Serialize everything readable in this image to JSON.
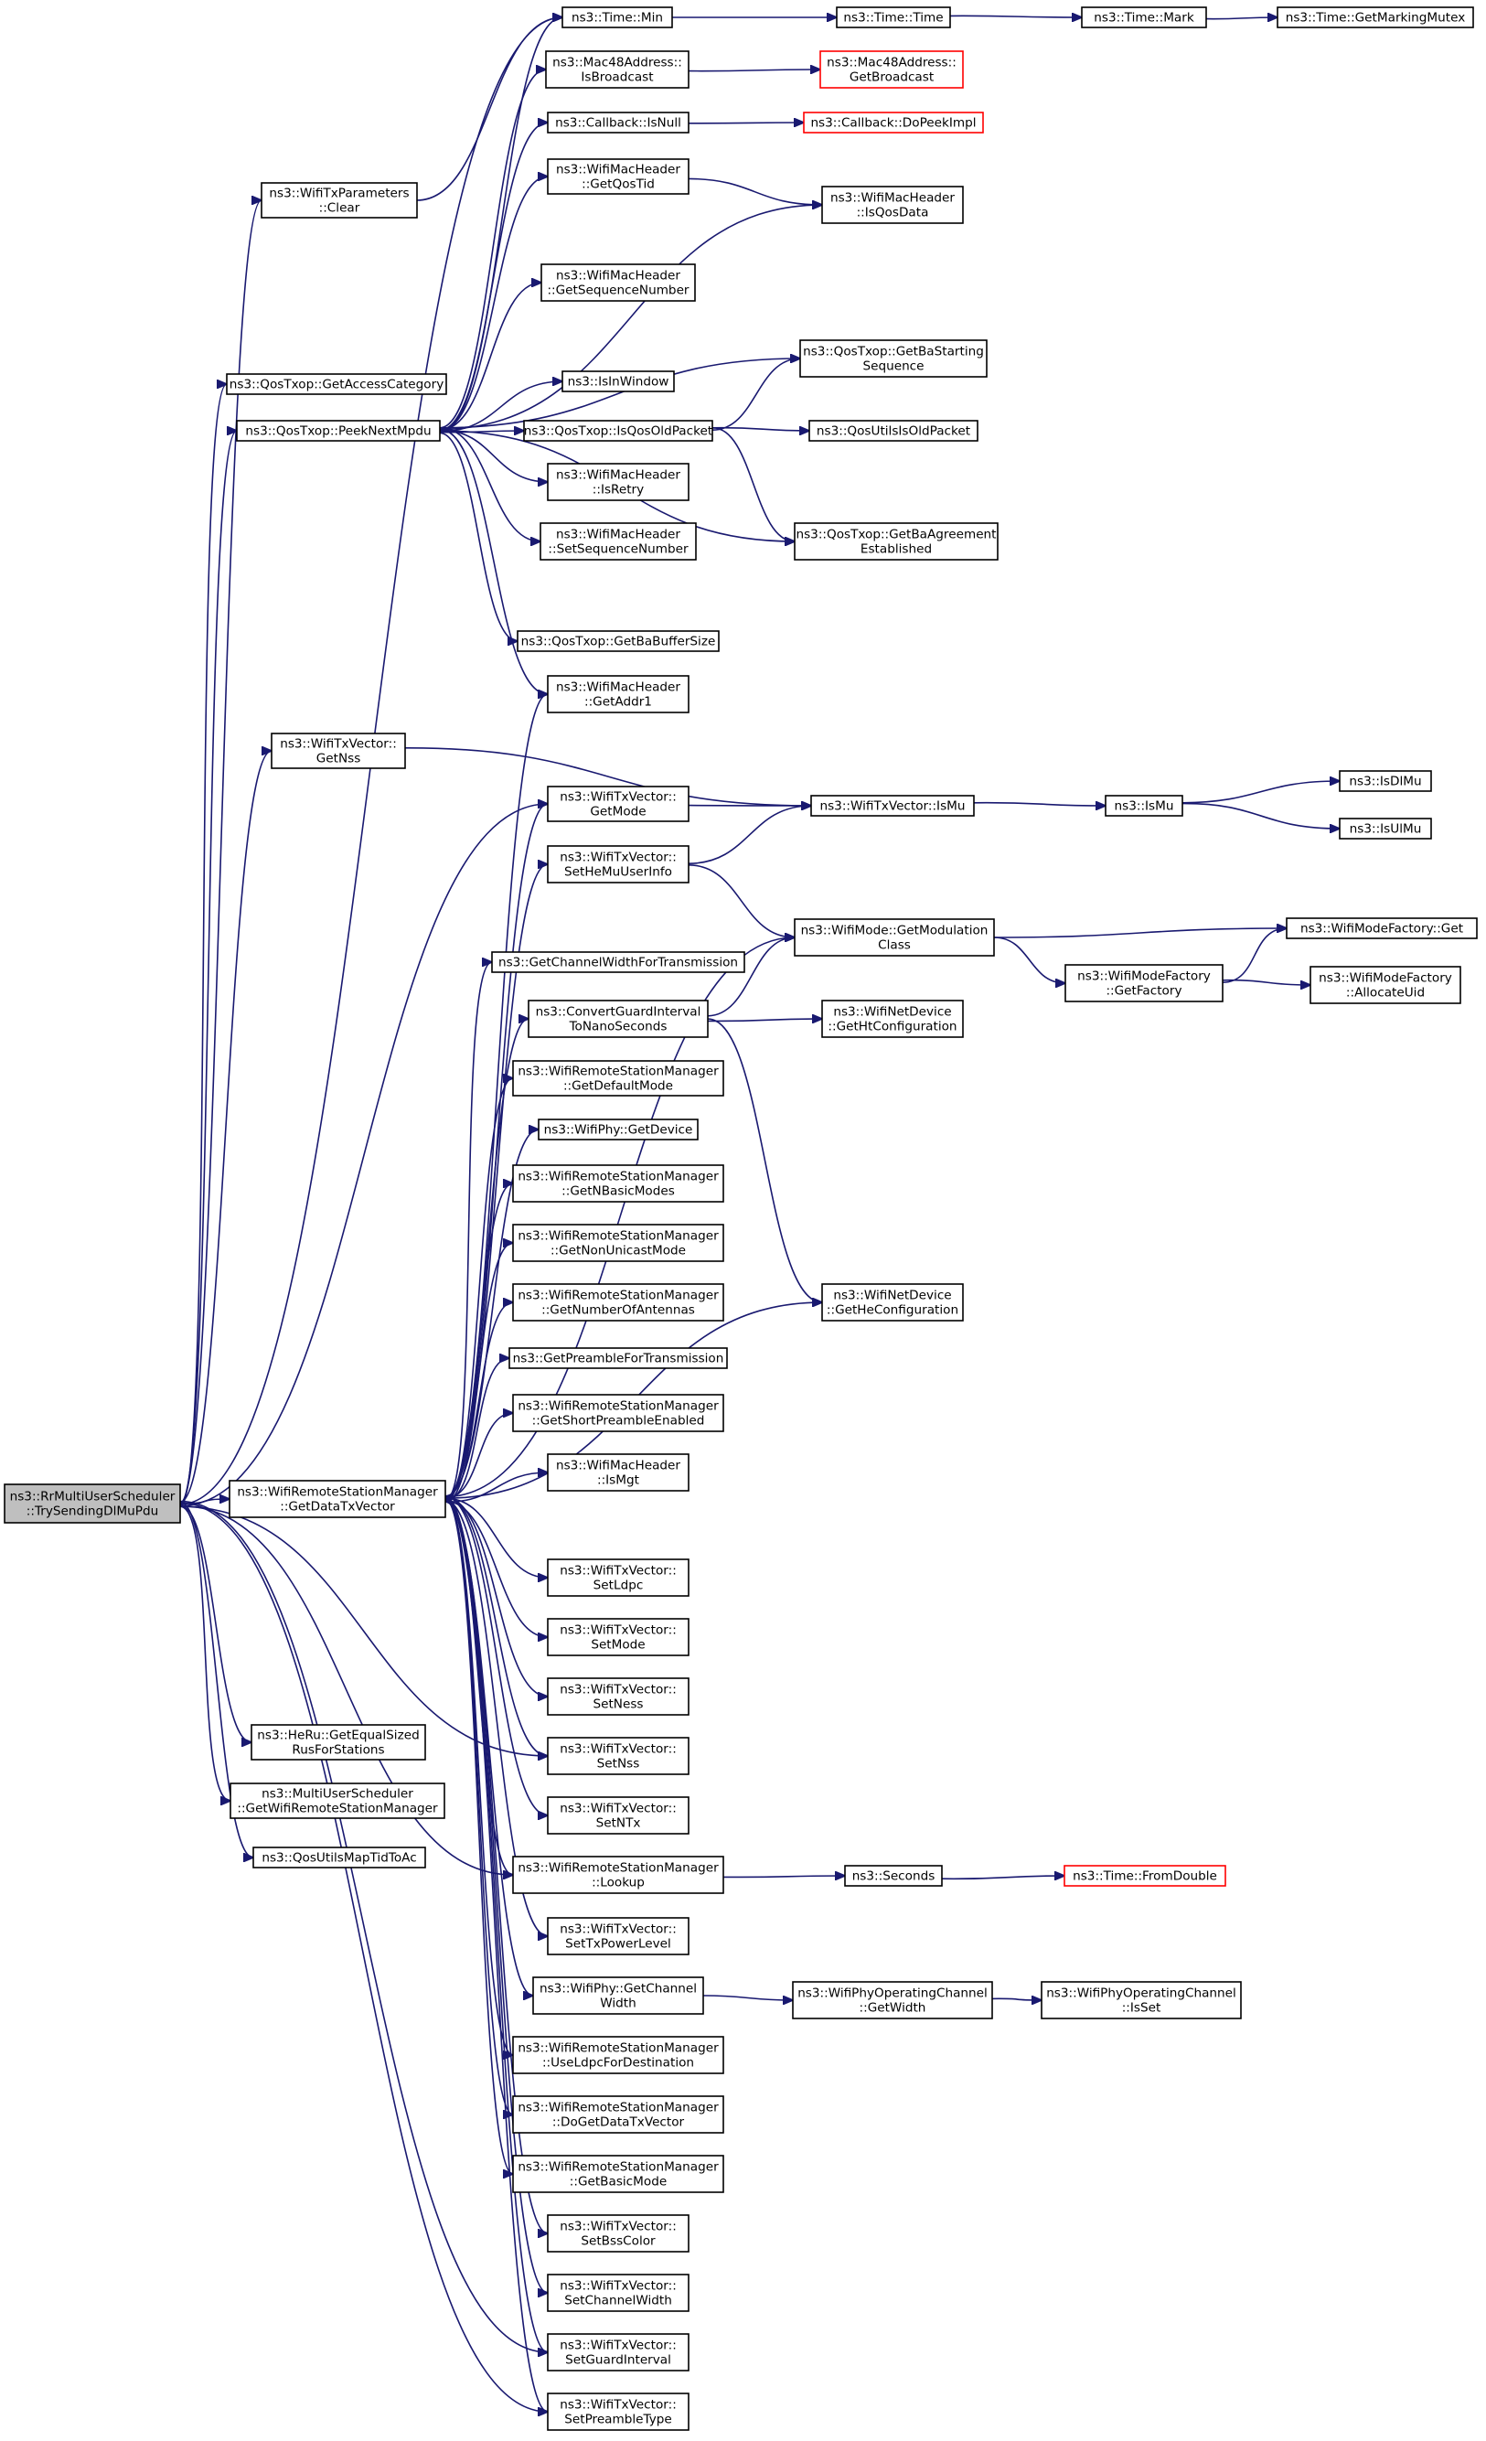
{
  "graph": {
    "root": "rr_try",
    "nodes": [
      {
        "id": "rr_try",
        "lines": [
          "ns3::RrMultiUserScheduler",
          "::TrySendingDlMuPdu"
        ],
        "kind": "root"
      },
      {
        "id": "txparams_clear",
        "lines": [
          "ns3::WifiTxParameters",
          "::Clear"
        ]
      },
      {
        "id": "get_access_cat",
        "lines": [
          "ns3::QosTxop::GetAccessCategory"
        ]
      },
      {
        "id": "peek_next",
        "lines": [
          "ns3::QosTxop::PeekNextMpdu"
        ]
      },
      {
        "id": "txv_getnss",
        "lines": [
          "ns3::WifiTxVector::",
          "GetNss"
        ]
      },
      {
        "id": "get_data_txv",
        "lines": [
          "ns3::WifiRemoteStationManager",
          "::GetDataTxVector"
        ]
      },
      {
        "id": "equal_sized",
        "lines": [
          "ns3::HeRu::GetEqualSized",
          "RusForStations"
        ]
      },
      {
        "id": "mus_get_wrsm",
        "lines": [
          "ns3::MultiUserScheduler",
          "::GetWifiRemoteStationManager"
        ]
      },
      {
        "id": "map_tid",
        "lines": [
          "ns3::QosUtilsMapTidToAc"
        ]
      },
      {
        "id": "time_min",
        "lines": [
          "ns3::Time::Min"
        ]
      },
      {
        "id": "mac_isbcast",
        "lines": [
          "ns3::Mac48Address::",
          "IsBroadcast"
        ]
      },
      {
        "id": "cb_isnull",
        "lines": [
          "ns3::Callback::IsNull"
        ]
      },
      {
        "id": "hdr_getqostid",
        "lines": [
          "ns3::WifiMacHeader",
          "::GetQosTid"
        ]
      },
      {
        "id": "hdr_getseq",
        "lines": [
          "ns3::WifiMacHeader",
          "::GetSequenceNumber"
        ]
      },
      {
        "id": "isinwindow",
        "lines": [
          "ns3::IsInWindow"
        ]
      },
      {
        "id": "isqosold",
        "lines": [
          "ns3::QosTxop::IsQosOldPacket"
        ]
      },
      {
        "id": "hdr_isretry",
        "lines": [
          "ns3::WifiMacHeader",
          "::IsRetry"
        ]
      },
      {
        "id": "hdr_setseq",
        "lines": [
          "ns3::WifiMacHeader",
          "::SetSequenceNumber"
        ]
      },
      {
        "id": "ba_bufsize",
        "lines": [
          "ns3::QosTxop::GetBaBufferSize"
        ]
      },
      {
        "id": "hdr_getaddr1",
        "lines": [
          "ns3::WifiMacHeader",
          "::GetAddr1"
        ]
      },
      {
        "id": "txv_getmode",
        "lines": [
          "ns3::WifiTxVector::",
          "GetMode"
        ]
      },
      {
        "id": "txv_sethemu",
        "lines": [
          "ns3::WifiTxVector::",
          "SetHeMuUserInfo"
        ]
      },
      {
        "id": "chwidth_tx",
        "lines": [
          "ns3::GetChannelWidthForTransmission"
        ]
      },
      {
        "id": "convert_gi",
        "lines": [
          "ns3::ConvertGuardInterval",
          "ToNanoSeconds"
        ]
      },
      {
        "id": "rsm_defmode",
        "lines": [
          "ns3::WifiRemoteStationManager",
          "::GetDefaultMode"
        ]
      },
      {
        "id": "phy_getdev",
        "lines": [
          "ns3::WifiPhy::GetDevice"
        ]
      },
      {
        "id": "rsm_nbasic",
        "lines": [
          "ns3::WifiRemoteStationManager",
          "::GetNBasicModes"
        ]
      },
      {
        "id": "rsm_nonuni",
        "lines": [
          "ns3::WifiRemoteStationManager",
          "::GetNonUnicastMode"
        ]
      },
      {
        "id": "rsm_nant",
        "lines": [
          "ns3::WifiRemoteStationManager",
          "::GetNumberOfAntennas"
        ]
      },
      {
        "id": "preamble_tx",
        "lines": [
          "ns3::GetPreambleForTransmission"
        ]
      },
      {
        "id": "rsm_shortpre",
        "lines": [
          "ns3::WifiRemoteStationManager",
          "::GetShortPreambleEnabled"
        ]
      },
      {
        "id": "hdr_ismgt",
        "lines": [
          "ns3::WifiMacHeader",
          "::IsMgt"
        ]
      },
      {
        "id": "txv_setldpc",
        "lines": [
          "ns3::WifiTxVector::",
          "SetLdpc"
        ]
      },
      {
        "id": "txv_setmode",
        "lines": [
          "ns3::WifiTxVector::",
          "SetMode"
        ]
      },
      {
        "id": "txv_setness",
        "lines": [
          "ns3::WifiTxVector::",
          "SetNess"
        ]
      },
      {
        "id": "txv_setnss",
        "lines": [
          "ns3::WifiTxVector::",
          "SetNss"
        ]
      },
      {
        "id": "txv_setntx",
        "lines": [
          "ns3::WifiTxVector::",
          "SetNTx"
        ]
      },
      {
        "id": "rsm_lookup",
        "lines": [
          "ns3::WifiRemoteStationManager",
          "::Lookup"
        ]
      },
      {
        "id": "txv_setpower",
        "lines": [
          "ns3::WifiTxVector::",
          "SetTxPowerLevel"
        ]
      },
      {
        "id": "phy_chwidth",
        "lines": [
          "ns3::WifiPhy::GetChannel",
          "Width"
        ]
      },
      {
        "id": "rsm_useldpc",
        "lines": [
          "ns3::WifiRemoteStationManager",
          "::UseLdpcForDestination"
        ]
      },
      {
        "id": "rsm_dogetdata",
        "lines": [
          "ns3::WifiRemoteStationManager",
          "::DoGetDataTxVector"
        ]
      },
      {
        "id": "rsm_basicmode",
        "lines": [
          "ns3::WifiRemoteStationManager",
          "::GetBasicMode"
        ]
      },
      {
        "id": "txv_setbss",
        "lines": [
          "ns3::WifiTxVector::",
          "SetBssColor"
        ]
      },
      {
        "id": "txv_setchw",
        "lines": [
          "ns3::WifiTxVector::",
          "SetChannelWidth"
        ]
      },
      {
        "id": "txv_setgi",
        "lines": [
          "ns3::WifiTxVector::",
          "SetGuardInterval"
        ]
      },
      {
        "id": "txv_setpre",
        "lines": [
          "ns3::WifiTxVector::",
          "SetPreambleType"
        ]
      },
      {
        "id": "time_time",
        "lines": [
          "ns3::Time::Time"
        ]
      },
      {
        "id": "mac_getbcast",
        "lines": [
          "ns3::Mac48Address::",
          "GetBroadcast"
        ],
        "kind": "ext"
      },
      {
        "id": "cb_dopeek",
        "lines": [
          "ns3::Callback::DoPeekImpl"
        ],
        "kind": "ext"
      },
      {
        "id": "hdr_isqosdata",
        "lines": [
          "ns3::WifiMacHeader",
          "::IsQosData"
        ]
      },
      {
        "id": "ba_startseq",
        "lines": [
          "ns3::QosTxop::GetBaStarting",
          "Sequence"
        ]
      },
      {
        "id": "qosutils_isold",
        "lines": [
          "ns3::QosUtilsIsOldPacket"
        ]
      },
      {
        "id": "ba_established",
        "lines": [
          "ns3::QosTxop::GetBaAgreement",
          "Established"
        ]
      },
      {
        "id": "txv_ismu",
        "lines": [
          "ns3::WifiTxVector::IsMu"
        ]
      },
      {
        "id": "getmodclass",
        "lines": [
          "ns3::WifiMode::GetModulation",
          "Class"
        ]
      },
      {
        "id": "netdev_ht",
        "lines": [
          "ns3::WifiNetDevice",
          "::GetHtConfiguration"
        ]
      },
      {
        "id": "netdev_he",
        "lines": [
          "ns3::WifiNetDevice",
          "::GetHeConfiguration"
        ]
      },
      {
        "id": "seconds",
        "lines": [
          "ns3::Seconds"
        ]
      },
      {
        "id": "opch_width",
        "lines": [
          "ns3::WifiPhyOperatingChannel",
          "::GetWidth"
        ]
      },
      {
        "id": "time_mark",
        "lines": [
          "ns3::Time::Mark"
        ]
      },
      {
        "id": "ismu",
        "lines": [
          "ns3::IsMu"
        ]
      },
      {
        "id": "modefac_getfac",
        "lines": [
          "ns3::WifiModeFactory",
          "::GetFactory"
        ]
      },
      {
        "id": "time_fromdouble",
        "lines": [
          "ns3::Time::FromDouble"
        ],
        "kind": "ext"
      },
      {
        "id": "opch_isset",
        "lines": [
          "ns3::WifiPhyOperatingChannel",
          "::IsSet"
        ]
      },
      {
        "id": "time_getmutex",
        "lines": [
          "ns3::Time::GetMarkingMutex"
        ]
      },
      {
        "id": "isdlmu",
        "lines": [
          "ns3::IsDlMu"
        ]
      },
      {
        "id": "isulmu",
        "lines": [
          "ns3::IsUlMu"
        ]
      },
      {
        "id": "modefac_get",
        "lines": [
          "ns3::WifiModeFactory::Get"
        ]
      },
      {
        "id": "modefac_alloc",
        "lines": [
          "ns3::WifiModeFactory",
          "::AllocateUid"
        ]
      }
    ],
    "edges": [
      [
        "rr_try",
        "time_min"
      ],
      [
        "rr_try",
        "txparams_clear"
      ],
      [
        "rr_try",
        "get_access_cat"
      ],
      [
        "rr_try",
        "peek_next"
      ],
      [
        "rr_try",
        "txv_getnss"
      ],
      [
        "rr_try",
        "txv_getmode"
      ],
      [
        "rr_try",
        "get_data_txv"
      ],
      [
        "rr_try",
        "equal_sized"
      ],
      [
        "rr_try",
        "mus_get_wrsm"
      ],
      [
        "rr_try",
        "map_tid"
      ],
      [
        "rr_try",
        "txv_setpre"
      ],
      [
        "rr_try",
        "txv_setgi"
      ],
      [
        "rr_try",
        "rsm_lookup"
      ],
      [
        "rr_try",
        "txv_setnss"
      ],
      [
        "txparams_clear",
        "time_min"
      ],
      [
        "peek_next",
        "time_min"
      ],
      [
        "peek_next",
        "mac_isbcast"
      ],
      [
        "peek_next",
        "cb_isnull"
      ],
      [
        "peek_next",
        "hdr_getqostid"
      ],
      [
        "peek_next",
        "hdr_isqosdata"
      ],
      [
        "peek_next",
        "hdr_getseq"
      ],
      [
        "peek_next",
        "ba_startseq"
      ],
      [
        "peek_next",
        "isinwindow"
      ],
      [
        "peek_next",
        "isqosold"
      ],
      [
        "peek_next",
        "hdr_isretry"
      ],
      [
        "peek_next",
        "hdr_setseq"
      ],
      [
        "peek_next",
        "ba_established"
      ],
      [
        "peek_next",
        "ba_bufsize"
      ],
      [
        "peek_next",
        "hdr_getaddr1"
      ],
      [
        "time_min",
        "time_time"
      ],
      [
        "time_time",
        "time_mark"
      ],
      [
        "time_mark",
        "time_getmutex"
      ],
      [
        "mac_isbcast",
        "mac_getbcast"
      ],
      [
        "cb_isnull",
        "cb_dopeek"
      ],
      [
        "hdr_getqostid",
        "hdr_isqosdata"
      ],
      [
        "isqosold",
        "ba_startseq"
      ],
      [
        "isqosold",
        "qosutils_isold"
      ],
      [
        "isqosold",
        "ba_established"
      ],
      [
        "txv_getnss",
        "txv_ismu"
      ],
      [
        "txv_getmode",
        "txv_ismu"
      ],
      [
        "txv_sethemu",
        "txv_ismu"
      ],
      [
        "txv_sethemu",
        "getmodclass"
      ],
      [
        "txv_ismu",
        "ismu"
      ],
      [
        "ismu",
        "isdlmu"
      ],
      [
        "ismu",
        "isulmu"
      ],
      [
        "getmodclass",
        "modefac_get"
      ],
      [
        "getmodclass",
        "modefac_getfac"
      ],
      [
        "modefac_getfac",
        "modefac_get"
      ],
      [
        "modefac_getfac",
        "modefac_alloc"
      ],
      [
        "convert_gi",
        "getmodclass"
      ],
      [
        "convert_gi",
        "netdev_ht"
      ],
      [
        "convert_gi",
        "netdev_he"
      ],
      [
        "get_data_txv",
        "hdr_getaddr1"
      ],
      [
        "get_data_txv",
        "txv_getmode"
      ],
      [
        "get_data_txv",
        "txv_sethemu"
      ],
      [
        "get_data_txv",
        "getmodclass"
      ],
      [
        "get_data_txv",
        "chwidth_tx"
      ],
      [
        "get_data_txv",
        "convert_gi"
      ],
      [
        "get_data_txv",
        "rsm_defmode"
      ],
      [
        "get_data_txv",
        "phy_getdev"
      ],
      [
        "get_data_txv",
        "rsm_nbasic"
      ],
      [
        "get_data_txv",
        "rsm_nonuni"
      ],
      [
        "get_data_txv",
        "rsm_nant"
      ],
      [
        "get_data_txv",
        "preamble_tx"
      ],
      [
        "get_data_txv",
        "rsm_shortpre"
      ],
      [
        "get_data_txv",
        "hdr_ismgt"
      ],
      [
        "get_data_txv",
        "netdev_he"
      ],
      [
        "get_data_txv",
        "txv_setldpc"
      ],
      [
        "get_data_txv",
        "txv_setmode"
      ],
      [
        "get_data_txv",
        "txv_setness"
      ],
      [
        "get_data_txv",
        "txv_setnss"
      ],
      [
        "get_data_txv",
        "txv_setntx"
      ],
      [
        "get_data_txv",
        "rsm_lookup"
      ],
      [
        "get_data_txv",
        "txv_setpower"
      ],
      [
        "get_data_txv",
        "phy_chwidth"
      ],
      [
        "get_data_txv",
        "rsm_useldpc"
      ],
      [
        "get_data_txv",
        "rsm_dogetdata"
      ],
      [
        "get_data_txv",
        "rsm_basicmode"
      ],
      [
        "get_data_txv",
        "txv_setbss"
      ],
      [
        "get_data_txv",
        "txv_setchw"
      ],
      [
        "get_data_txv",
        "txv_setgi"
      ],
      [
        "get_data_txv",
        "txv_setpre"
      ],
      [
        "rsm_lookup",
        "seconds"
      ],
      [
        "seconds",
        "time_fromdouble"
      ],
      [
        "phy_chwidth",
        "opch_width"
      ],
      [
        "opch_width",
        "opch_isset"
      ]
    ]
  }
}
